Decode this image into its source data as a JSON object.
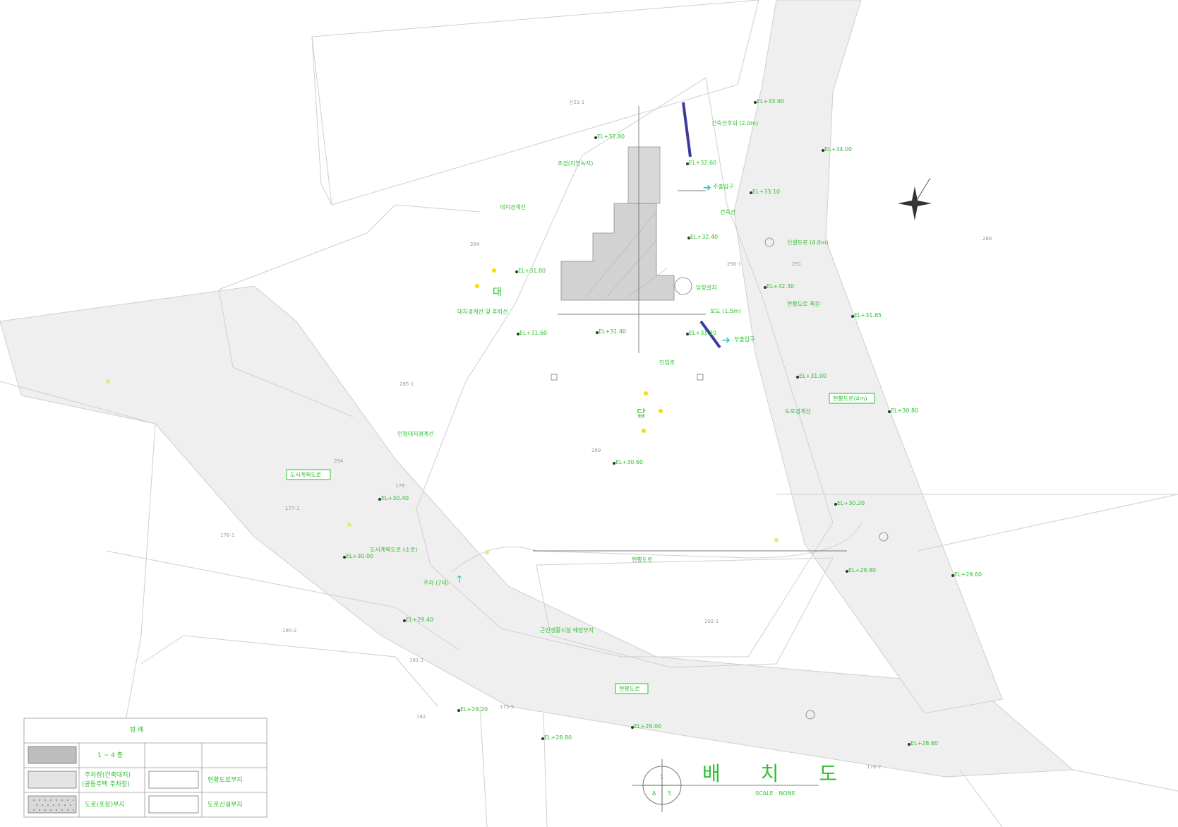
{
  "drawing": {
    "title": "배 치 도",
    "scale": "SCALE : NONE",
    "title_circle_top": "1",
    "title_circle_left": "A",
    "title_circle_right": "5"
  },
  "legend": {
    "heading": "범 례",
    "items": [
      {
        "label": "1 ~ 4 층",
        "pattern": "dense-gray"
      },
      {
        "label": "주차장(건축대지)\n(공동주택 주차장)",
        "pattern": "light-gray"
      },
      {
        "label": "도로(포장)부지",
        "pattern": "dots"
      }
    ],
    "right_labels": [
      "현황도로부지",
      "도로신설부지"
    ]
  },
  "annotations": [
    {
      "text": "EL+33.90"
    },
    {
      "text": "EL+34.00"
    },
    {
      "text": "EL+33.10"
    },
    {
      "text": "EL+32.80"
    },
    {
      "text": "EL+32.60"
    },
    {
      "text": "EL+32.40"
    },
    {
      "text": "EL+32.30"
    },
    {
      "text": "EL+31.85"
    },
    {
      "text": "EL+31.80"
    },
    {
      "text": "EL+31.60"
    },
    {
      "text": "EL+31.40"
    },
    {
      "text": "EL+31.20"
    },
    {
      "text": "EL+31.00"
    },
    {
      "text": "EL+30.80"
    },
    {
      "text": "EL+30.60"
    },
    {
      "text": "EL+30.40"
    },
    {
      "text": "EL+30.20"
    },
    {
      "text": "EL+30.00"
    },
    {
      "text": "EL+29.80"
    },
    {
      "text": "EL+29.60"
    },
    {
      "text": "EL+29.40"
    },
    {
      "text": "EL+29.20"
    },
    {
      "text": "EL+29.00"
    },
    {
      "text": "EL+28.80"
    },
    {
      "text": "EL+28.60"
    }
  ],
  "callouts": [
    {
      "text": "조경(자연녹지)"
    },
    {
      "text": "대지경계선"
    },
    {
      "text": "건축선"
    },
    {
      "text": "주출입구"
    },
    {
      "text": "부출입구"
    },
    {
      "text": "도로경계선"
    },
    {
      "text": "인접대지경계선"
    },
    {
      "text": "건축선후퇴 (2.0m)"
    },
    {
      "text": "신설도로 (4.0m)"
    },
    {
      "text": "도시계획도로 (소로)"
    },
    {
      "text": "현황도로"
    },
    {
      "text": "주차 (7대)"
    },
    {
      "text": "보도 (1.5m)"
    },
    {
      "text": "근린생활시설 예정부지"
    },
    {
      "text": "대지경계선 및 후퇴선"
    },
    {
      "text": "담장설치"
    },
    {
      "text": "진입로"
    },
    {
      "text": "현황도로 폭원"
    }
  ],
  "boxed_labels": [
    {
      "text": "현황도로(4m)"
    },
    {
      "text": "도시계획도로"
    },
    {
      "text": "현황도로"
    }
  ],
  "big_labels": [
    {
      "text": "대"
    },
    {
      "text": "답"
    }
  ],
  "lot_numbers": [
    "산21-1",
    "284",
    "285-1",
    "286",
    "289",
    "290-1",
    "291",
    "292-1",
    "294",
    "176-1",
    "177-1",
    "178",
    "180-2",
    "181-2",
    "182",
    "175-5",
    "176-2"
  ],
  "colors": {
    "accent": "#2fbf2f",
    "line": "#cfcfcf",
    "road_fill": "#efefef",
    "building": "#d2d2d2",
    "highlight": "#3b3b9a",
    "yellow": "#f2e000",
    "cyan": "#24c7c7"
  }
}
